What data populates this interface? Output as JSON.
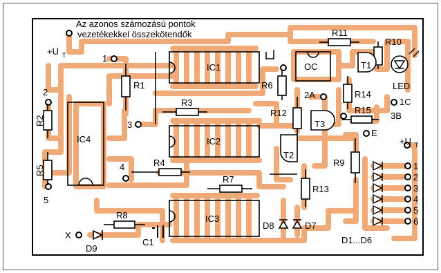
{
  "note": {
    "line1": "Az azonos számozású pontok",
    "line2": "vezetékekkel összekötendők"
  },
  "supply": {
    "left_label": "+U",
    "left_sub": "T",
    "right_label": "+U",
    "right_sub": "T"
  },
  "components": {
    "ic1": "IC1",
    "ic2": "IC2",
    "ic3": "IC3",
    "ic4": "IC4",
    "oc": "OC",
    "t1": "T1",
    "t2": "T2",
    "t3": "T3",
    "r1": "R1",
    "r2": "R2",
    "r3": "R3",
    "r4": "R4",
    "r5": "R5",
    "r6": "R6",
    "r7": "R7",
    "r8": "R8",
    "r9": "R9",
    "r10": "R10",
    "r11": "R11",
    "r12": "R12",
    "r13": "R13",
    "r14": "R14",
    "r15": "R15",
    "c1": "C1",
    "d7": "D7",
    "d8": "D8",
    "d9": "D9",
    "led": "LED",
    "d1d6": "D1...D6"
  },
  "points": {
    "p1": "1",
    "p2": "2",
    "p3": "3",
    "p4": "4",
    "p5": "5",
    "p2a": "2A",
    "p1c": "1C",
    "p3b": "3B",
    "pe": "E",
    "px": "X"
  },
  "outputs": [
    "1",
    "2",
    "3",
    "4",
    "5",
    "6"
  ],
  "colors": {
    "copper": "#f0aa78",
    "ink": "#000000",
    "background": "#ffffff"
  }
}
